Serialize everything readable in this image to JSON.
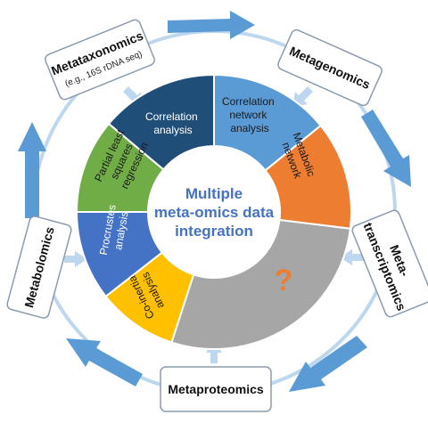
{
  "colors": {
    "ring": "#5b9bd5",
    "ring_light": "#bdd7ee",
    "box_border": "#8a9bb0",
    "title_blue": "#4472c4",
    "seg_correlation": "#1f4e79",
    "seg_corr_network": "#5b9bd5",
    "seg_metabolic": "#ed7d31",
    "seg_unknown": "#a6a6a6",
    "seg_coinertia": "#ffc000",
    "seg_procrustes": "#4472c4",
    "seg_pls": "#70ad47",
    "question": "#ed7d31"
  },
  "center": {
    "line1": "Multiple",
    "line2": "meta-omics data",
    "line3": "integration"
  },
  "omics": {
    "metataxonomics": {
      "title": "Metataxonomics",
      "subtitle": "(e.g., 16S rDNA seq)"
    },
    "metagenomics": {
      "title": "Metagenomics"
    },
    "metatranscriptomics": {
      "line1": "Meta-",
      "line2": "transcriptomics"
    },
    "metaproteomics": {
      "title": "Metaproteomics"
    },
    "metabolomics": {
      "title": "Metabolomics"
    }
  },
  "methods": {
    "correlation": [
      "Correlation",
      "analysis"
    ],
    "corr_network": [
      "Correlation",
      "network",
      "analysis"
    ],
    "metabolic": [
      "Metabolic",
      "network"
    ],
    "unknown": "?",
    "coinertia": [
      "Co-inertia",
      "analysis"
    ],
    "procrustes": [
      "Procrustes",
      "analysis"
    ],
    "pls": [
      "Partial least",
      "squares",
      "regression"
    ]
  },
  "icons": [
    "ring-arrow-icon",
    "input-arrow-icon"
  ]
}
